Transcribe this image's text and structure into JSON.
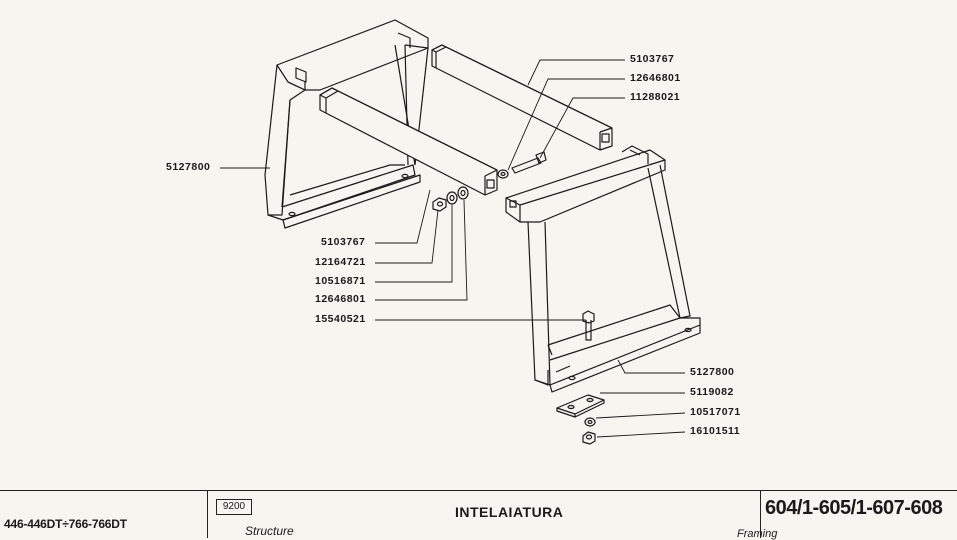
{
  "callouts": [
    {
      "id": "c1",
      "part": "5103767"
    },
    {
      "id": "c2",
      "part": "12646801"
    },
    {
      "id": "c3",
      "part": "11288021"
    },
    {
      "id": "c4",
      "part": "5127800"
    },
    {
      "id": "c5",
      "part": "5103767"
    },
    {
      "id": "c6",
      "part": "12164721"
    },
    {
      "id": "c7",
      "part": "10516871"
    },
    {
      "id": "c8",
      "part": "12646801"
    },
    {
      "id": "c9",
      "part": "15540521"
    },
    {
      "id": "c10",
      "part": "5127800"
    },
    {
      "id": "c11",
      "part": "5119082"
    },
    {
      "id": "c12",
      "part": "10517071"
    },
    {
      "id": "c13",
      "part": "16101511"
    }
  ],
  "title_block": {
    "models": "446-446DT÷766-766DT",
    "section_code": "9200",
    "title": "INTELAIATURA",
    "subtitle_en": "Structure",
    "subtitle_right": "Framing",
    "table_ref": "604/1-605/1-607-608"
  }
}
